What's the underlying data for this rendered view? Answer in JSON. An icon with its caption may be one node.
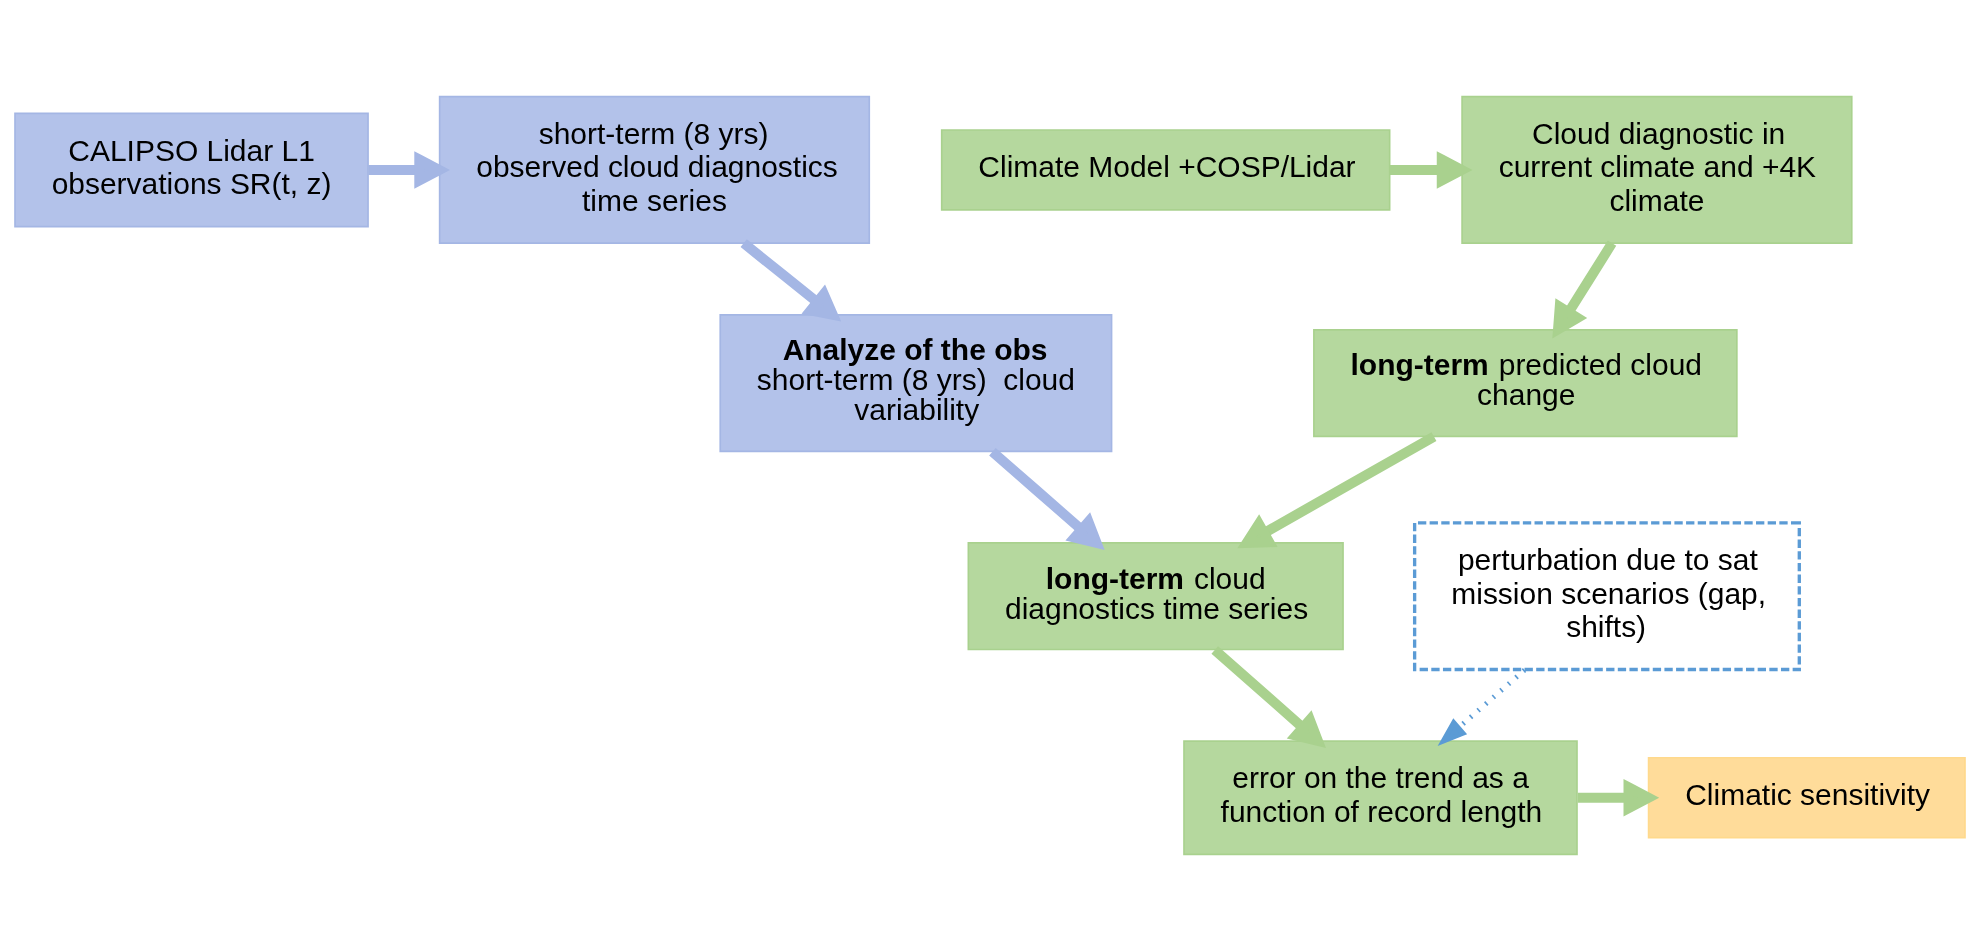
{
  "diagram": {
    "nodes": [
      {
        "text": [
          "CALIPSO Lidar L1 observations SR(t, z)"
        ]
      },
      {
        "text": [
          "short-term (8 yrs) observed cloud diagnostics time series"
        ]
      },
      {
        "text": [
          "**Analyze of the obs** short-term (8 yrs)  cloud variability"
        ]
      },
      {
        "text": [
          "Cloud diagnostic in current climate and +4K climate"
        ]
      },
      {
        "text": [
          "Climate Model +COSP/Lidar"
        ]
      },
      {
        "text": [
          "**long-term** predicted cloud change"
        ]
      },
      {
        "text": [
          "**long-term** cloud diagnostics time series"
        ]
      },
      {
        "text": [
          "perturbation due to sat mission scenarios (gap, shifts)"
        ]
      },
      {
        "text": [
          "error on the trend as a function of record length"
        ]
      },
      {
        "text": [
          "Climatic sensitivity"
        ]
      }
    ],
    "edges": [
      {
        "from": 0,
        "to": 1,
        "arrow": "to",
        "color": "#a4b6e4"
      },
      {
        "from": 1,
        "to": 2,
        "arrow": "to",
        "color": "#a4b6e4"
      },
      {
        "from": 4,
        "to": 3,
        "arrow": "to"
      },
      {
        "from": 3,
        "to": 5,
        "arrow": "to"
      },
      {
        "from": 2,
        "to": 6,
        "arrow": "to",
        "color": "#a4b6e4"
      },
      {
        "from": 5,
        "to": 6,
        "arrow": "to"
      },
      {
        "from": 7,
        "to": 8,
        "arrow": "to",
        "style": "dashed",
        "color": "#5b9bd5"
      },
      {
        "from": 6,
        "to": 8,
        "arrow": "to"
      },
      {
        "from": 8,
        "to": 9,
        "arrow": "to"
      }
    ]
  }
}
